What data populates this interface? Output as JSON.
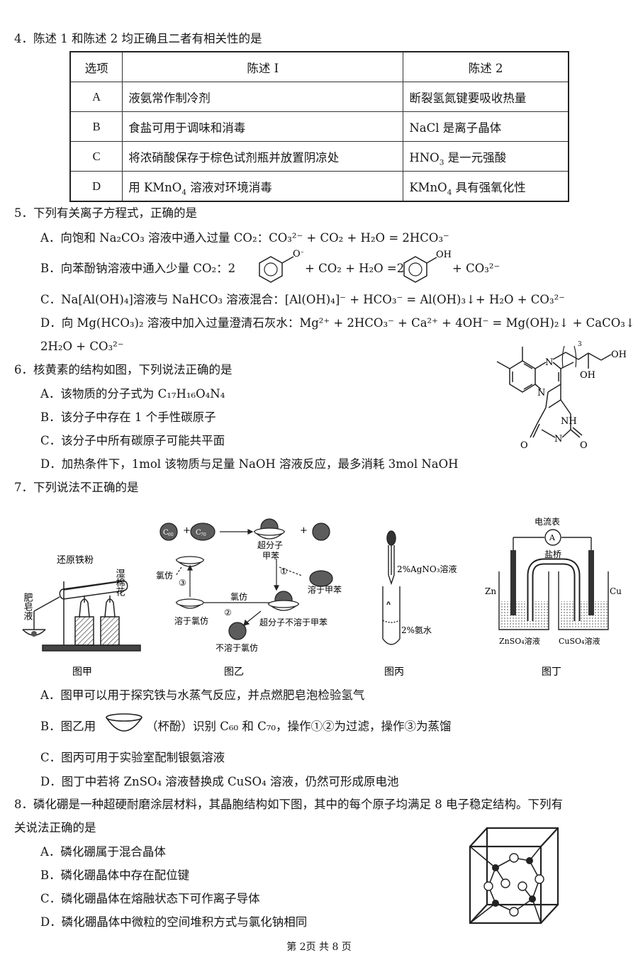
{
  "q4": {
    "stem": "4．陈述 1 和陈述 2 均正确且二者有相关性的是",
    "headers": [
      "选项",
      "陈述 I",
      "陈述 2"
    ],
    "rows": [
      {
        "opt": "A",
        "s1": "液氨常作制冷剂",
        "s2": "断裂氢氮键要吸收热量"
      },
      {
        "opt": "B",
        "s1": "食盐可用于调味和消毒",
        "s2": "NaCl 是离子晶体"
      },
      {
        "opt": "C",
        "s1": "将浓硝酸保存于棕色试剂瓶并放置阴凉处",
        "s2_pre": "HNO",
        "s2_sub": "3",
        "s2_post": " 是一元强酸"
      },
      {
        "opt": "D",
        "s1_pre": "用 KMnO",
        "s1_sub": "4",
        "s1_post": " 溶液对环境消毒",
        "s2_pre": "KMnO",
        "s2_sub": "4",
        "s2_post": " 具有强氧化性"
      }
    ]
  },
  "q5": {
    "stem": "5．下列有关离子方程式，正确的是",
    "A": "A．向饱和 Na₂CO₃ 溶液中通入过量 CO₂：CO₃²⁻ + CO₂ + H₂O = 2HCO₃⁻",
    "B_pre": "B．向苯酚钠溶液中通入少量 CO₂：2",
    "B_mid": "+ CO₂ + H₂O =2",
    "B_post": "+ CO₃²⁻",
    "C": "C．Na[Al(OH)₄]溶液与 NaHCO₃ 溶液混合：[Al(OH)₄]⁻ + HCO₃⁻ = Al(OH)₃↓+ H₂O + CO₃²⁻",
    "D1": "D．向 Mg(HCO₃)₂ 溶液中加入过量澄清石灰水：Mg²⁺ + 2HCO₃⁻ + Ca²⁺ + 4OH⁻ = Mg(OH)₂↓ + CaCO₃↓ +",
    "D2": "2H₂O + CO₃²⁻",
    "phenoxide_label": "O⁻",
    "phenol_label": "OH"
  },
  "q6": {
    "stem": "6．核黄素的结构如图，下列说法正确的是",
    "A": "A．该物质的分子式为 C₁₇H₁₆O₄N₄",
    "B": "B．该分子中存在 1 个手性碳原子",
    "C": "C．该分子中所有碳原子可能共平面",
    "D": "D．加热条件下，1mol 该物质与足量 NaOH 溶液反应，最多消耗 3mol NaOH",
    "struct": {
      "N": "N",
      "NH": "NH",
      "O": "O",
      "OH": "OH",
      "sub": "3"
    }
  },
  "q7": {
    "stem": "7．下列说法不正确的是",
    "A": "A．图甲可以用于探究铁与水蒸气反应，并点燃肥皂泡检验氢气",
    "B_pre": "B．图乙用",
    "B_post": "（杯酚）识别 C₆₀ 和 C₇₀，操作①②为过滤，操作③为蒸馏",
    "C": "C．图丙可用于实验室配制银氨溶液",
    "D": "D．图丁中若将 ZnSO₄ 溶液替换成 CuSO₄ 溶液，仍然可形成原电池",
    "fig_jia": {
      "caption": "图甲",
      "iron": "还原铁粉",
      "cotton": "湿棉花",
      "soap": "肥皂液"
    },
    "fig_yi": {
      "caption": "图乙",
      "c60": "C",
      "c70": "C",
      "c60_sub": "60",
      "c70_sub": "70",
      "supra": "超分子",
      "toluene": "甲苯",
      "in_toluene": "溶于甲苯",
      "chloroform": "氯仿",
      "in_chloroform": "溶于氯仿",
      "supra_insol": "超分子不溶于甲苯",
      "insol_chloroform": "不溶于氯仿",
      "op1": "①",
      "op2": "②",
      "op3": "③"
    },
    "fig_bing": {
      "caption": "图丙",
      "agno3": "2%AgNO₃溶液",
      "ammonia": "2%氨水"
    },
    "fig_ding": {
      "caption": "图丁",
      "meter": "电流表",
      "A": "A",
      "bridge": "盐桥",
      "zn": "Zn",
      "cu": "Cu",
      "znso4": "ZnSO₄溶液",
      "cuso4": "CuSO₄溶液"
    }
  },
  "q8": {
    "stem1": "8．磷化硼是一种超硬耐磨涂层材料，其晶胞结构如下图，其中的每个原子均满足 8 电子稳定结构。下列有",
    "stem2": "关说法正确的是",
    "A": "A．磷化硼属于混合晶体",
    "B": "B．磷化硼晶体中存在配位键",
    "C": "C．磷化硼晶体在熔融状态下可作离子导体",
    "D": "D．磷化硼晶体中微粒的空间堆积方式与氯化钠相同"
  },
  "footer": "第 2页 共 8 页"
}
